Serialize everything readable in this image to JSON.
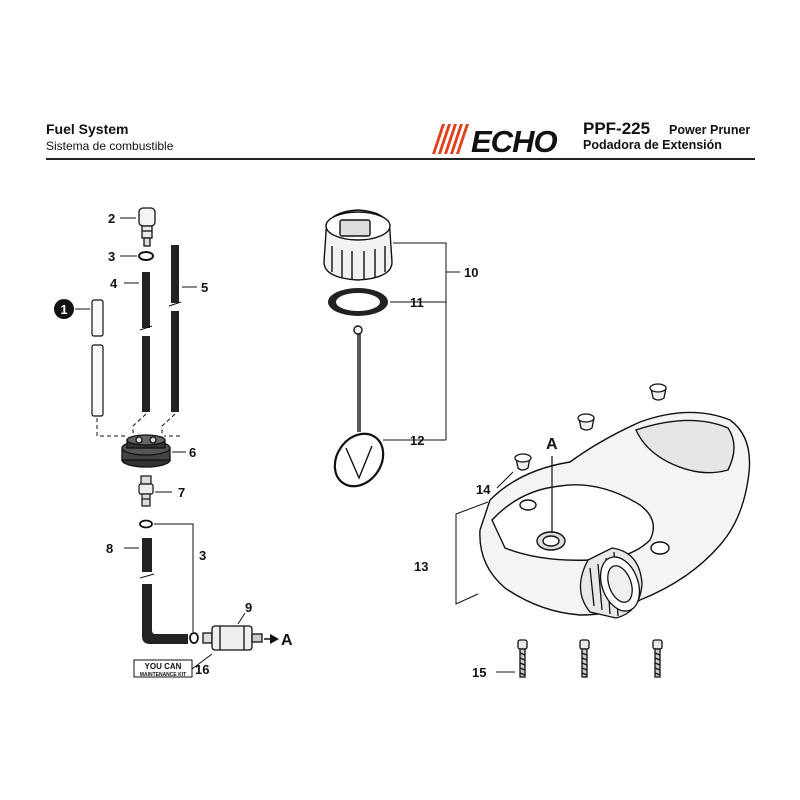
{
  "header": {
    "section_title": "Fuel System",
    "section_subtitle": "Sistema de combustible",
    "brand_logo": "ECHO",
    "model": "PPF-225",
    "product_name_en": "Power Pruner",
    "product_name_es": "Podadora de Extensión"
  },
  "callouts": {
    "c1": "1",
    "c2": "2",
    "c3a": "3",
    "c3b": "3",
    "c4": "4",
    "c5": "5",
    "c6": "6",
    "c7": "7",
    "c8": "8",
    "c9": "9",
    "c10": "10",
    "c11": "11",
    "c12": "12",
    "c13": "13",
    "c14": "14",
    "c15": "15",
    "c16": "16",
    "ref_a_filter": "A",
    "ref_a_tank": "A"
  },
  "kit_badge": {
    "line1": "YOU CAN",
    "line2": "MAINTENANCE KIT"
  }
}
